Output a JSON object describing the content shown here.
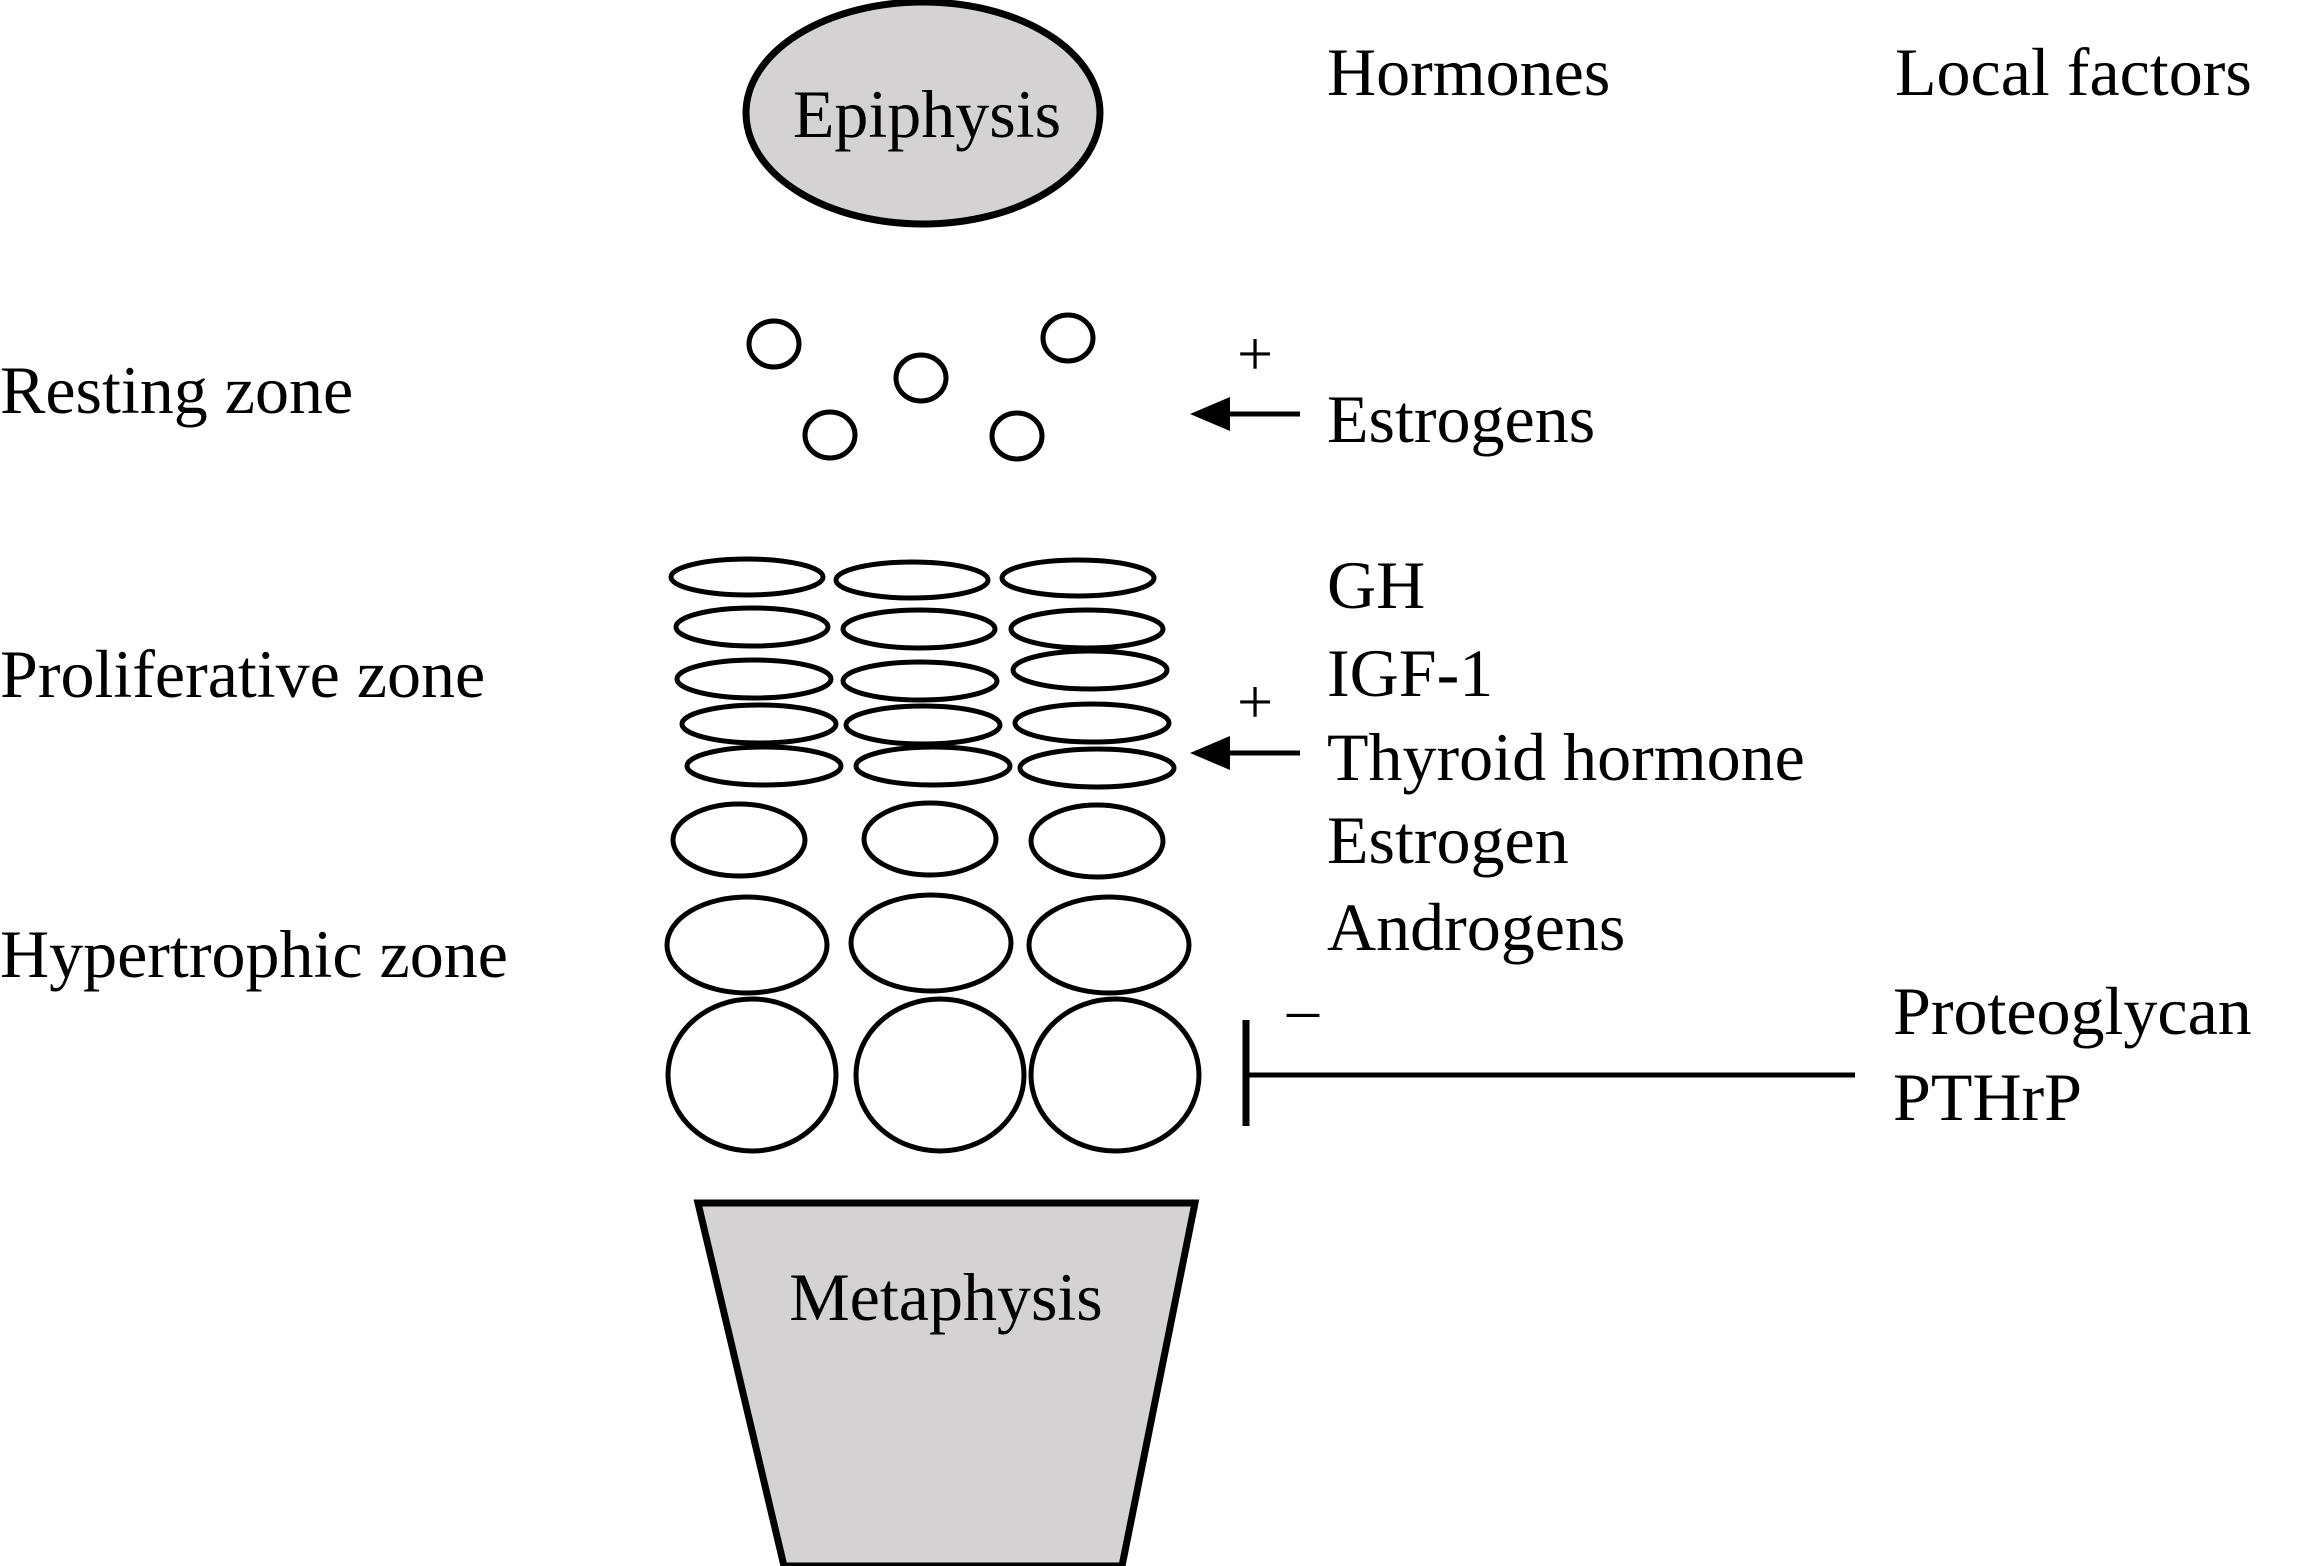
{
  "diagram": {
    "epiphysis_label": "Epiphysis",
    "metaphysis_label": "Metaphysis",
    "region_fill": "#d4d2d3",
    "column_headers": {
      "hormones": "Hormones",
      "local_factors": "Local factors"
    },
    "zones": {
      "resting": "Resting zone",
      "proliferative": "Proliferative zone",
      "hypertrophic": "Hypertrophic zone"
    },
    "resting_effect": {
      "sign": "+",
      "hormones": [
        "Estrogens"
      ]
    },
    "proliferative_effect": {
      "sign": "+",
      "hormones": [
        "GH",
        "IGF-1",
        "Thyroid hormone",
        "Estrogen",
        "Androgens"
      ]
    },
    "hypertrophic_effect": {
      "sign": "–",
      "factors": [
        "Proteoglycan",
        "PTHrP"
      ]
    }
  }
}
